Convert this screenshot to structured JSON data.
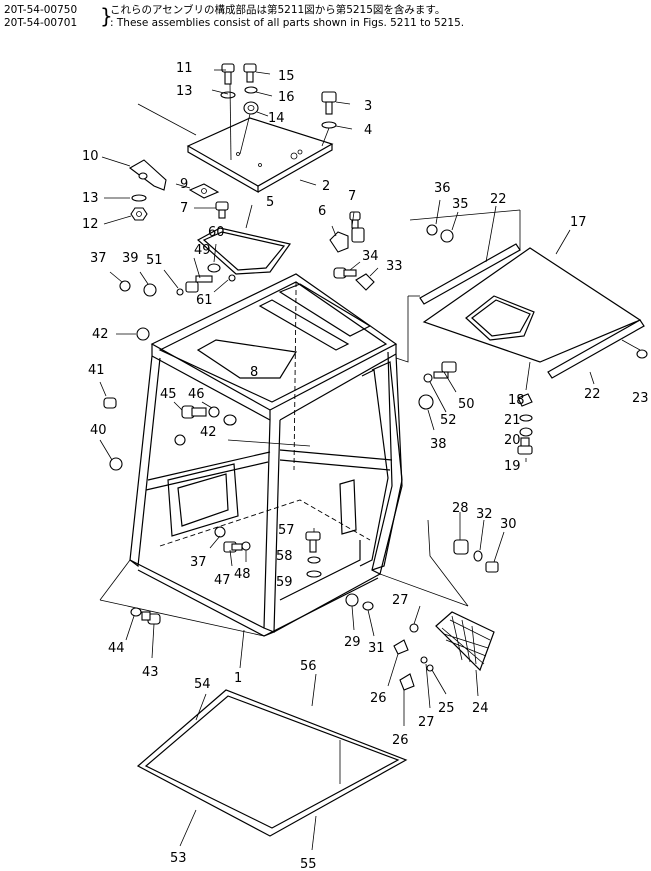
{
  "header": {
    "codes": [
      "20T-54-00750",
      "20T-54-00701"
    ],
    "note_jp": "これらのアセンブリの構成部品は第5211図から第5215図を含みます。",
    "note_en": ": These assemblies consist of all parts shown in Figs. 5211 to 5215."
  },
  "callouts": [
    {
      "id": "c11",
      "label": "11"
    },
    {
      "id": "c15",
      "label": "15"
    },
    {
      "id": "c13a",
      "label": "13"
    },
    {
      "id": "c16",
      "label": "16"
    },
    {
      "id": "c3",
      "label": "3"
    },
    {
      "id": "c14",
      "label": "14"
    },
    {
      "id": "c4",
      "label": "4"
    },
    {
      "id": "c10",
      "label": "10"
    },
    {
      "id": "c2",
      "label": "2"
    },
    {
      "id": "c9",
      "label": "9"
    },
    {
      "id": "c13b",
      "label": "13"
    },
    {
      "id": "c36",
      "label": "36"
    },
    {
      "id": "c12",
      "label": "12"
    },
    {
      "id": "c35",
      "label": "35"
    },
    {
      "id": "c22a",
      "label": "22"
    },
    {
      "id": "c7a",
      "label": "7"
    },
    {
      "id": "c5",
      "label": "5"
    },
    {
      "id": "c6",
      "label": "6"
    },
    {
      "id": "c7b",
      "label": "7"
    },
    {
      "id": "c17",
      "label": "17"
    },
    {
      "id": "c60",
      "label": "60"
    },
    {
      "id": "c49",
      "label": "49"
    },
    {
      "id": "c34",
      "label": "34"
    },
    {
      "id": "c37a",
      "label": "37"
    },
    {
      "id": "c39",
      "label": "39"
    },
    {
      "id": "c51",
      "label": "51"
    },
    {
      "id": "c33",
      "label": "33"
    },
    {
      "id": "c61",
      "label": "61"
    },
    {
      "id": "c42a",
      "label": "42"
    },
    {
      "id": "c8",
      "label": "8"
    },
    {
      "id": "c41",
      "label": "41"
    },
    {
      "id": "c45",
      "label": "45"
    },
    {
      "id": "c46",
      "label": "46"
    },
    {
      "id": "c50",
      "label": "50"
    },
    {
      "id": "c18",
      "label": "18"
    },
    {
      "id": "c22b",
      "label": "22"
    },
    {
      "id": "c23",
      "label": "23"
    },
    {
      "id": "c52",
      "label": "52"
    },
    {
      "id": "c21",
      "label": "21"
    },
    {
      "id": "c42b",
      "label": "42"
    },
    {
      "id": "c38",
      "label": "38"
    },
    {
      "id": "c20",
      "label": "20"
    },
    {
      "id": "c40",
      "label": "40"
    },
    {
      "id": "c19",
      "label": "19"
    },
    {
      "id": "c28",
      "label": "28"
    },
    {
      "id": "c32",
      "label": "32"
    },
    {
      "id": "c30",
      "label": "30"
    },
    {
      "id": "c57",
      "label": "57"
    },
    {
      "id": "c58",
      "label": "58"
    },
    {
      "id": "c37b",
      "label": "37"
    },
    {
      "id": "c48",
      "label": "48"
    },
    {
      "id": "c47",
      "label": "47"
    },
    {
      "id": "c59",
      "label": "59"
    },
    {
      "id": "c27a",
      "label": "27"
    },
    {
      "id": "c29",
      "label": "29"
    },
    {
      "id": "c31",
      "label": "31"
    },
    {
      "id": "c44",
      "label": "44"
    },
    {
      "id": "c1",
      "label": "1"
    },
    {
      "id": "c43",
      "label": "43"
    },
    {
      "id": "c56",
      "label": "56"
    },
    {
      "id": "c54",
      "label": "54"
    },
    {
      "id": "c26a",
      "label": "26"
    },
    {
      "id": "c25",
      "label": "25"
    },
    {
      "id": "c24",
      "label": "24"
    },
    {
      "id": "c27b",
      "label": "27"
    },
    {
      "id": "c26b",
      "label": "26"
    },
    {
      "id": "c53",
      "label": "53"
    },
    {
      "id": "c55",
      "label": "55"
    }
  ]
}
